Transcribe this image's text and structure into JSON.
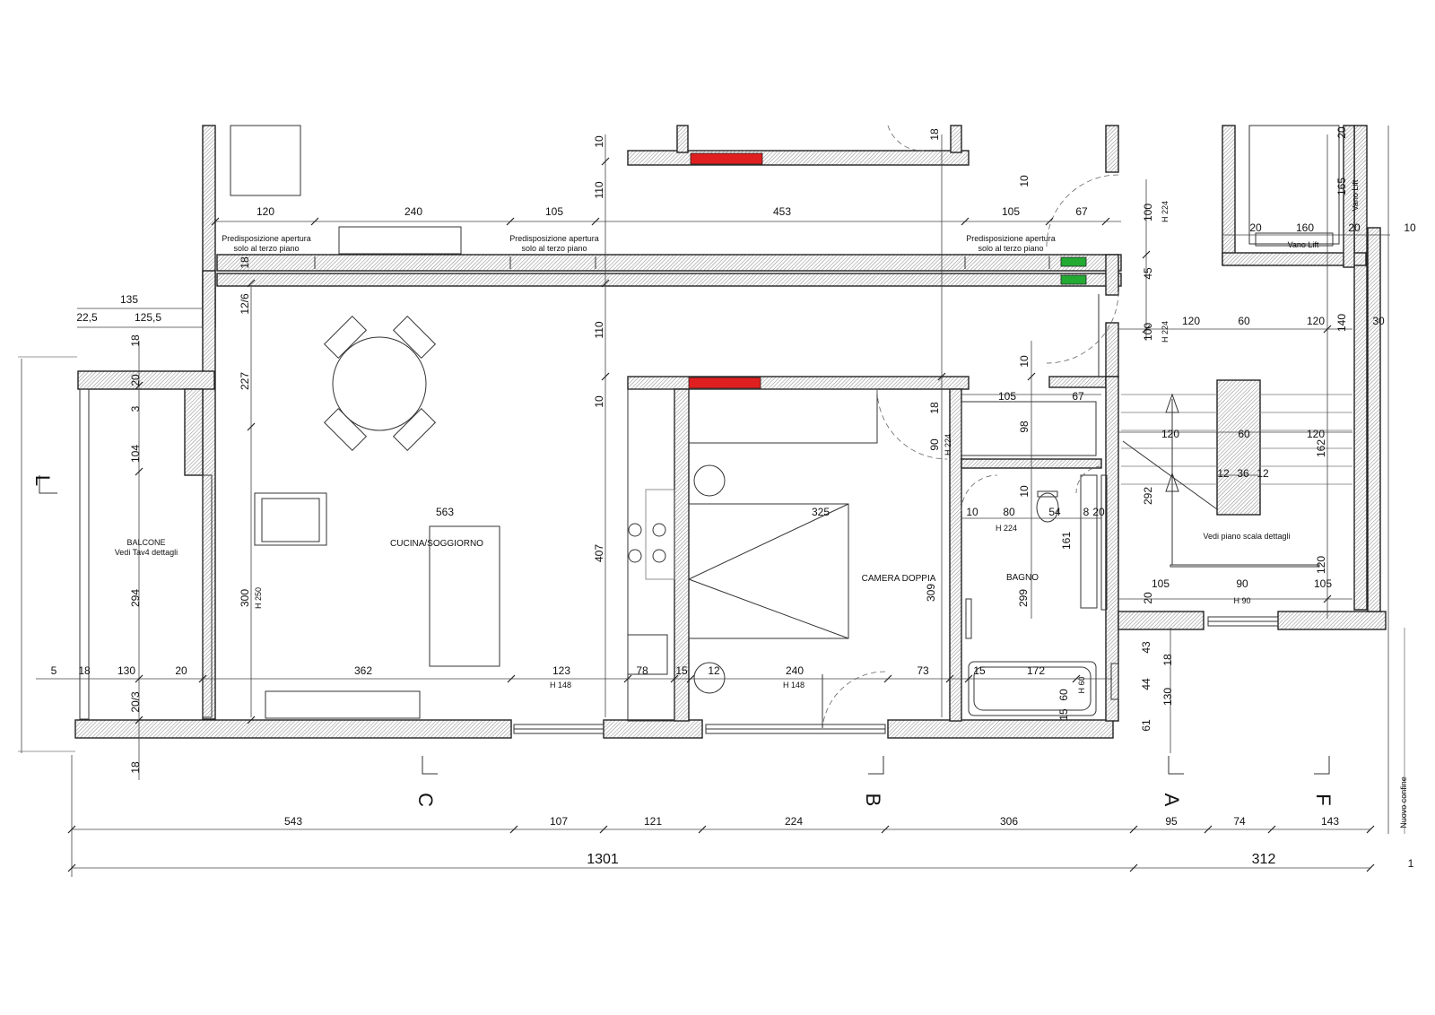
{
  "rooms": {
    "living": "CUCINA/SOGGIORNO",
    "bedroom": "CAMERA DOPPIA",
    "bath": "BAGNO",
    "balcony": "BALCONE",
    "balcony_note": "Vedi Tav4 dettagli",
    "stair_note": "Vedi piano scala dettagli",
    "lift": "Vano Lift",
    "lift_shaft": "Vano Lift"
  },
  "notes": {
    "opening_line1": "Predisposizione apertura",
    "opening_line2": "solo al terzo piano",
    "boundary": "Nuovo confine"
  },
  "sections": {
    "c": "C",
    "b": "B",
    "a": "A",
    "f": "F",
    "l": "L"
  },
  "heights": {
    "h224": "H 224",
    "h250": "H 250",
    "h148": "H 148",
    "h90": "H 90",
    "h60": "H 60"
  },
  "dims": {
    "top": [
      "120",
      "240",
      "105",
      "453",
      "105",
      "67"
    ],
    "lift": [
      "20",
      "160",
      "20",
      "10"
    ],
    "v165": "165",
    "v20a": "20",
    "left": [
      "135",
      "22,5",
      "125,5"
    ],
    "v18a": "18",
    "v20b": "20",
    "v3": "3",
    "v104": "104",
    "v294": "294",
    "v20_3": "20/3",
    "v18b": "18",
    "v12_6": "12/6",
    "v227": "227",
    "v300": "300",
    "v18c": "18",
    "v10a": "10",
    "v110a": "110",
    "v110b": "110",
    "v10b": "10",
    "v407": "407",
    "v10c": "10",
    "v18d": "18",
    "v18e": "18",
    "v90": "90",
    "v10d": "10",
    "v98": "98",
    "v10e": "10",
    "bath_top": [
      "105",
      "67"
    ],
    "v100a": "100",
    "v45": "45",
    "v100b": "100",
    "stair_top": [
      "120",
      "60",
      "120"
    ],
    "v140": "140",
    "v30": "30",
    "v162": "162",
    "v292": "292",
    "v120": "120",
    "stair_mid": [
      "120",
      "60",
      "120"
    ],
    "stair_small": [
      "12",
      "36",
      "12"
    ],
    "stair_bottom": [
      "105",
      "90",
      "105"
    ],
    "v20c": "20",
    "d563": "563",
    "d325": "325",
    "v309": "309",
    "v299": "299",
    "v161": "161",
    "bath_row": [
      "10",
      "80",
      "54",
      "8",
      "20"
    ],
    "row": [
      "5",
      "18",
      "130",
      "20",
      "362",
      "123",
      "78",
      "15",
      "12",
      "240",
      "73",
      "15",
      "172"
    ],
    "v60": "60",
    "v15": "15",
    "right_v": [
      "43",
      "18",
      "44",
      "130",
      "61"
    ],
    "bottom": [
      "543",
      "107",
      "121",
      "224",
      "306",
      "95",
      "74",
      "143"
    ],
    "total_a": "1301",
    "total_b": "312",
    "edge1": "1"
  }
}
